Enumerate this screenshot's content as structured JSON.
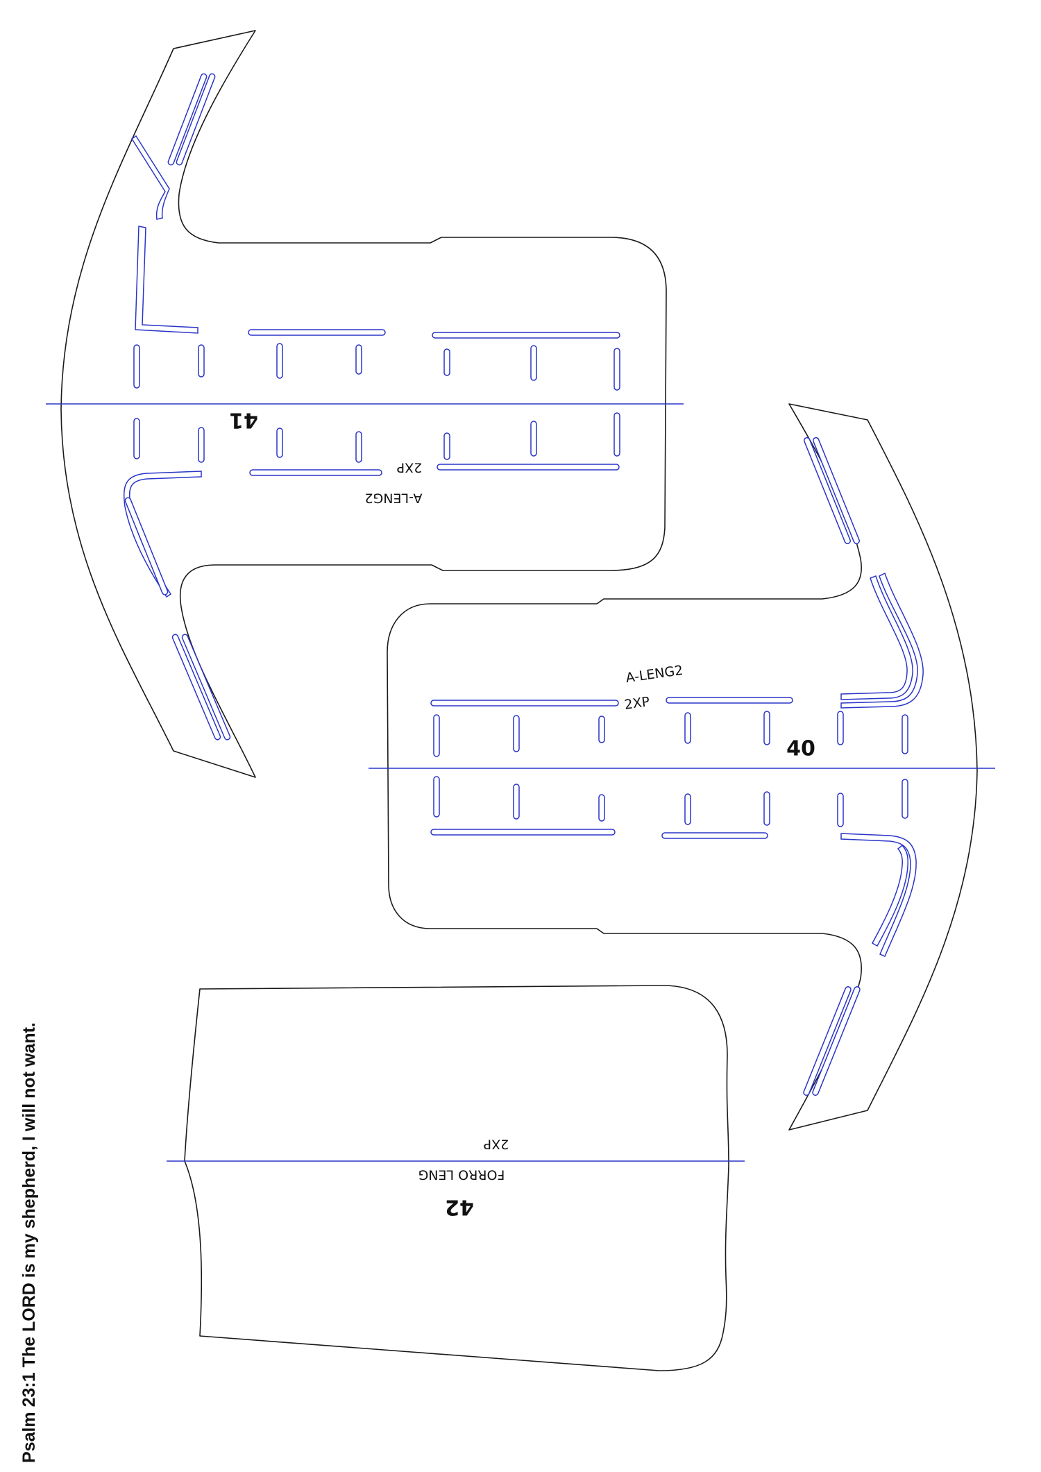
{
  "pieces": [
    {
      "id": "piece-41",
      "number": "41",
      "name": "A-LENG2",
      "quantity": "2XP"
    },
    {
      "id": "piece-40",
      "number": "40",
      "name": "A-LENG2",
      "quantity": "2XP"
    },
    {
      "id": "piece-42",
      "number": "42",
      "name": "FORRO LENG",
      "quantity": "2XP"
    }
  ],
  "footer": {
    "verse": "Psalm 23:1 The LORD is my shepherd, I will not want."
  },
  "colors": {
    "outline": "#1a1a1a",
    "stitch": "#2a35c8",
    "background": "#ffffff"
  }
}
